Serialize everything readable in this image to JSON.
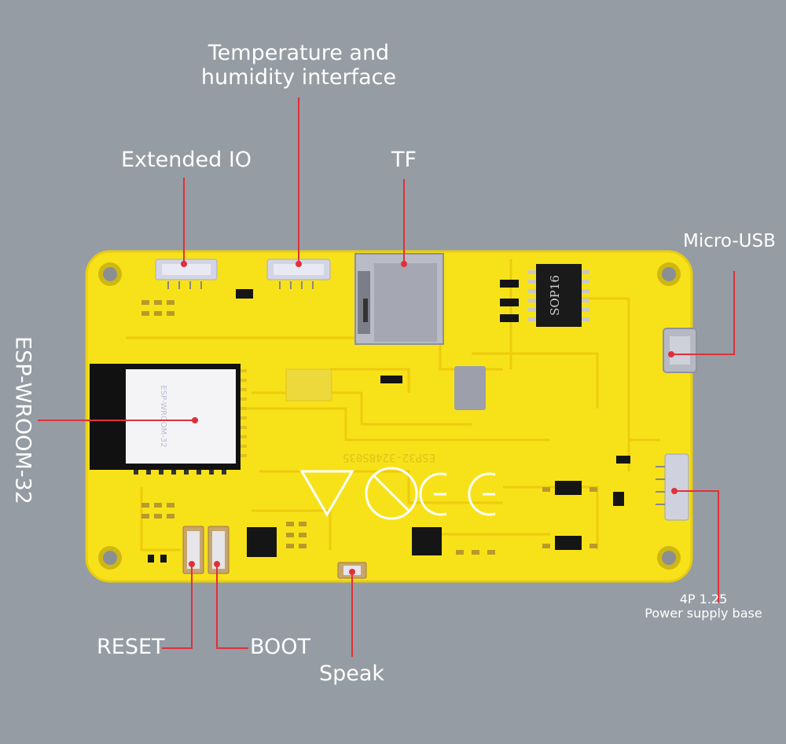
{
  "labels": {
    "temp_humidity": {
      "line1": "Temperature and",
      "line2": "humidity interface"
    },
    "extended_io": "Extended IO",
    "tf": "TF",
    "micro_usb": "Micro-USB",
    "esp_module": "ESP-WROOM-32",
    "power_base": {
      "line1": "4P 1.25",
      "line2": "Power supply base"
    },
    "reset": "RESET",
    "boot": "BOOT",
    "speak": "Speak"
  },
  "silkscreen": {
    "chip_marking": "SOP16",
    "board_name": "ESP32-3248S035",
    "module_marking": "ESP-WROOM-32"
  },
  "colors": {
    "background": "#959ca3",
    "board": "#f7e21a",
    "trace": "#e9c90d",
    "pointer": "#e0303a",
    "label_text": "#ffffff"
  }
}
